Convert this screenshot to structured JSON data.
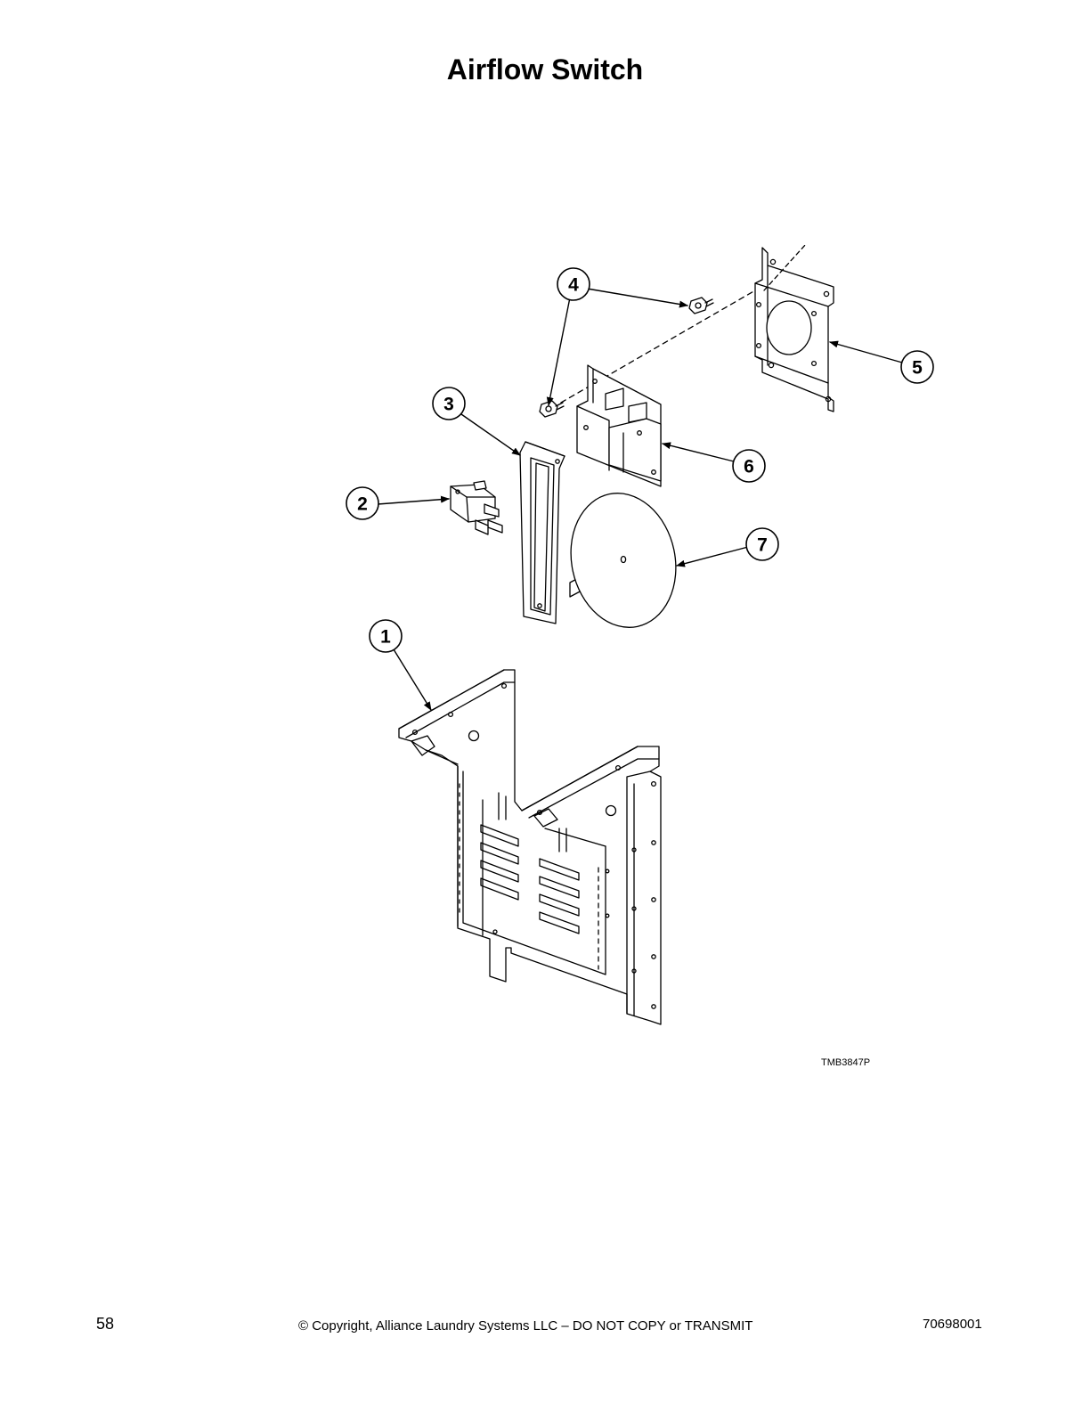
{
  "page": {
    "title": "Airflow Switch",
    "drawing_code": "TMB3847P",
    "page_number": "58",
    "copyright": "© Copyright, Alliance Laundry Systems LLC – DO NOT COPY or TRANSMIT",
    "document_number": "70698001"
  },
  "diagram": {
    "callouts": [
      "1",
      "2",
      "3",
      "4",
      "5",
      "6",
      "7"
    ]
  }
}
